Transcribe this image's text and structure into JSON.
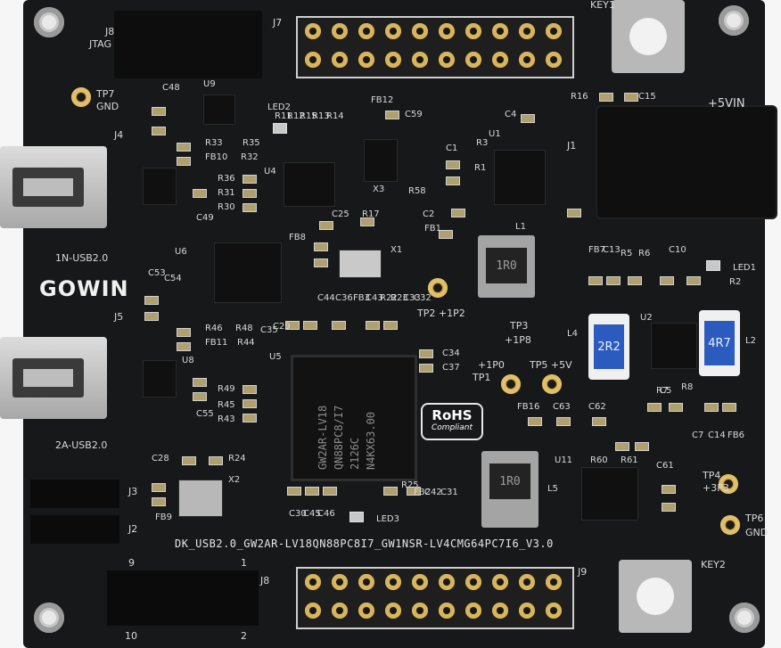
{
  "labels": {
    "brand": "GOWIN",
    "board_title": "DK_USB2.0_GW2AR-LV18QN88PC8I7_GW1NSR-LV4CMG64PC7I6_V3.0",
    "main_chip": [
      "GW2AR-LV18",
      "QN88PC8/I7",
      "2126C",
      "N4KX63.00"
    ],
    "rohs": [
      "RoHS",
      "Compliant"
    ],
    "connectors": {
      "j4": "J4",
      "j5": "J5",
      "j1": "J1",
      "j7": "J7",
      "j8_top": "J8",
      "jtag": "JTAG",
      "j8_bottom": "J8",
      "j9": "J9",
      "j2": "J2",
      "j3": "J3",
      "usb1": "1N-USB2.0",
      "usb2": "2A-USB2.0",
      "vin": "+5VIN"
    },
    "keys": {
      "key1": "KEY1",
      "key2": "KEY2"
    },
    "testpoints": {
      "tp7": "TP7",
      "tp7_gnd": "GND",
      "tp6": "TP6",
      "tp6_gnd": "GND",
      "tp2": "TP2 +1P2",
      "tp3": "TP3",
      "tp3_v": "+1P8",
      "tp1": "+1P0",
      "tp1_name": "TP1",
      "tp5": "TP5 +5V",
      "tp4": "TP4",
      "tp4_v": "+3P3"
    },
    "header_nums": {
      "n9": "9",
      "n1": "1",
      "n10": "10",
      "n2": "2"
    },
    "refs": {
      "u1": "U1",
      "u2": "U2",
      "u4": "U4",
      "u5": "U5",
      "u6": "U6",
      "u8": "U8",
      "u9": "U9",
      "u11": "U11",
      "x1": "X1",
      "x2": "X2",
      "x3": "X3",
      "l1": "L1",
      "l2": "L2",
      "l4": "L4",
      "l5": "L5",
      "led1": "LED1",
      "led2": "LED2",
      "led3": "LED3",
      "r16": "R16",
      "c15": "C15",
      "c4": "C4",
      "fb12": "FB12",
      "c59": "C59",
      "r33": "R33",
      "r35": "R35",
      "fb10": "FB10",
      "r32": "R32",
      "r36": "R36",
      "r31": "R31",
      "r30": "R30",
      "c49": "C49",
      "c25": "C25",
      "r17": "R17",
      "fb8": "FB8",
      "r58": "R58",
      "fb1": "FB1",
      "c2": "C2",
      "r46": "R46",
      "r48": "R48",
      "fb11": "FB11",
      "r44": "R44",
      "r49": "R49",
      "r45": "R45",
      "r43": "R43",
      "c55": "C55",
      "c28": "C28",
      "r24": "R24",
      "fb9": "FB9",
      "c34": "C34",
      "c37": "C37",
      "fb16": "FB16",
      "c63": "C63",
      "c62": "C62",
      "r60": "R60",
      "r61": "R61",
      "c61": "C61",
      "r7": "R7",
      "r8": "R8",
      "c7": "C7",
      "c14": "C14",
      "fb6": "FB6",
      "c53": "C53",
      "c54": "C54",
      "c48": "C48",
      "r3": "R3",
      "r1": "R1",
      "c1": "C1",
      "r2": "R2",
      "fb7": "FB7",
      "c13": "C13",
      "r5": "R5",
      "r6": "R6",
      "c10": "C10",
      "c5": "C5",
      "r14": "R14",
      "r13": "R13",
      "r15": "R15",
      "r12": "R12",
      "r11": "R11",
      "c44": "C44",
      "c36": "C36",
      "fb3": "FB3",
      "c43": "C43",
      "r22": "R22",
      "r23": "R23",
      "c33": "C33",
      "c32": "C32",
      "c29": "C29",
      "c35": "C35",
      "c30": "C30",
      "c45": "C45",
      "c46": "C46",
      "r25": "R25",
      "fb2": "FB2",
      "c42": "C42",
      "c31": "C31"
    },
    "inductors": {
      "l1": "1R0",
      "l5": "1R0",
      "l4": "2R2",
      "l2": "4R7"
    }
  },
  "colors": {
    "pcb": "#161819",
    "silk": "#d9d9d9",
    "gold": "#c89a34",
    "inductor_blue": "#2c5bbf"
  }
}
